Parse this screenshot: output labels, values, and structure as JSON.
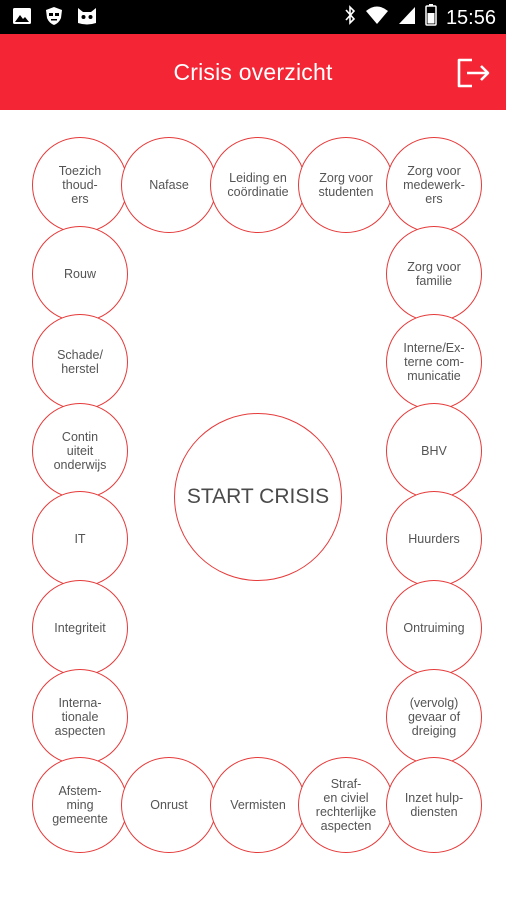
{
  "status_bar": {
    "time": "15:56",
    "icons": [
      "image-icon",
      "shield-face-icon",
      "cat-face-icon",
      "bluetooth-icon",
      "wifi-icon",
      "signal-icon",
      "battery-icon"
    ]
  },
  "app_bar": {
    "title": "Crisis overzicht",
    "action_icon": "logout-icon",
    "color": "#f42535"
  },
  "center_button": {
    "label": "START CRISIS"
  },
  "circles": {
    "c01": "Toezich\nthoud-\ners",
    "c02": "Nafase",
    "c03": "Leiding en\ncoördinatie",
    "c04": "Zorg voor\nstudenten",
    "c05": "Zorg voor\nmedewerk-\ners",
    "c06": "Rouw",
    "c07": "Zorg voor\nfamilie",
    "c08": "Schade/\nherstel",
    "c09": "Interne/Ex-\nterne com-\nmunicatie",
    "c10": "Contin\nuiteit\nonderwijs",
    "c11": "BHV",
    "c12": "IT",
    "c13": "Huurders",
    "c14": "Integriteit",
    "c15": "Ontruiming",
    "c16": "Interna-\ntionale\naspecten",
    "c17": "(vervolg)\ngevaar of\ndreiging",
    "c18": "Afstem-\nming\ngemeente",
    "c19": "Onrust",
    "c20": "Vermisten",
    "c21": "Straf-\nen civiel\nrechterlijke\naspecten",
    "c22": "Inzet hulp-\ndiensten"
  },
  "colors": {
    "circle_border": "#e53a3a",
    "text": "#545454"
  }
}
